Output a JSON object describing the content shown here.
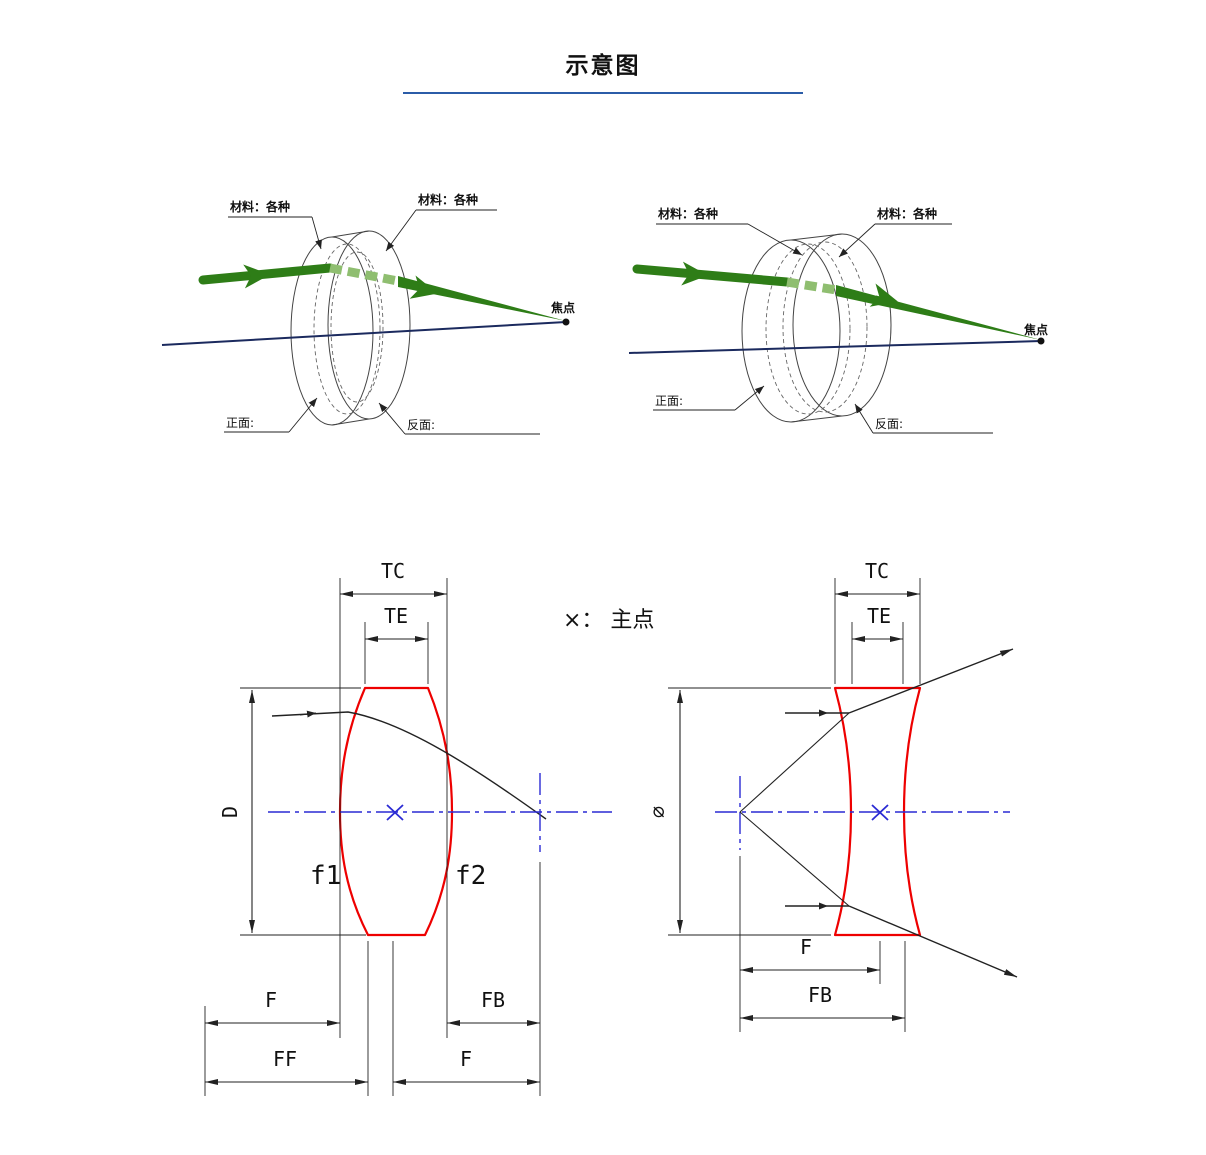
{
  "title": "示意图",
  "note_principal_point": "×： 主点",
  "diagram_top_left": {
    "material_label_front": "材料：各种",
    "material_label_back": "材料：各种",
    "front_label": "正面:",
    "back_label": "反面:",
    "focus_label": "焦点"
  },
  "diagram_top_right": {
    "material_label_front": "材料：各种",
    "material_label_back": "材料：各种",
    "front_label": "正面:",
    "back_label": "反面:",
    "focus_label": "焦点"
  },
  "diagram_bottom_left": {
    "dim_tc": "TC",
    "dim_te": "TE",
    "dim_d": "D",
    "label_f1": "f1",
    "label_f2": "f2",
    "dim_f_front": "F",
    "dim_fb": "FB",
    "dim_ff": "FF",
    "dim_f_back": "F"
  },
  "diagram_bottom_right": {
    "dim_tc": "TC",
    "dim_te": "TE",
    "dim_phi": "⌀",
    "dim_f": "F",
    "dim_fb": "FB"
  },
  "colors": {
    "ray_green": "#2e7d17",
    "ray_green_light": "#8fbe70",
    "axis_navy": "#1b2a5e",
    "lens_red": "#ee0000",
    "guide_blue": "#2a2ad4",
    "underline_blue": "#2b5ca8",
    "line_black": "#222222"
  }
}
